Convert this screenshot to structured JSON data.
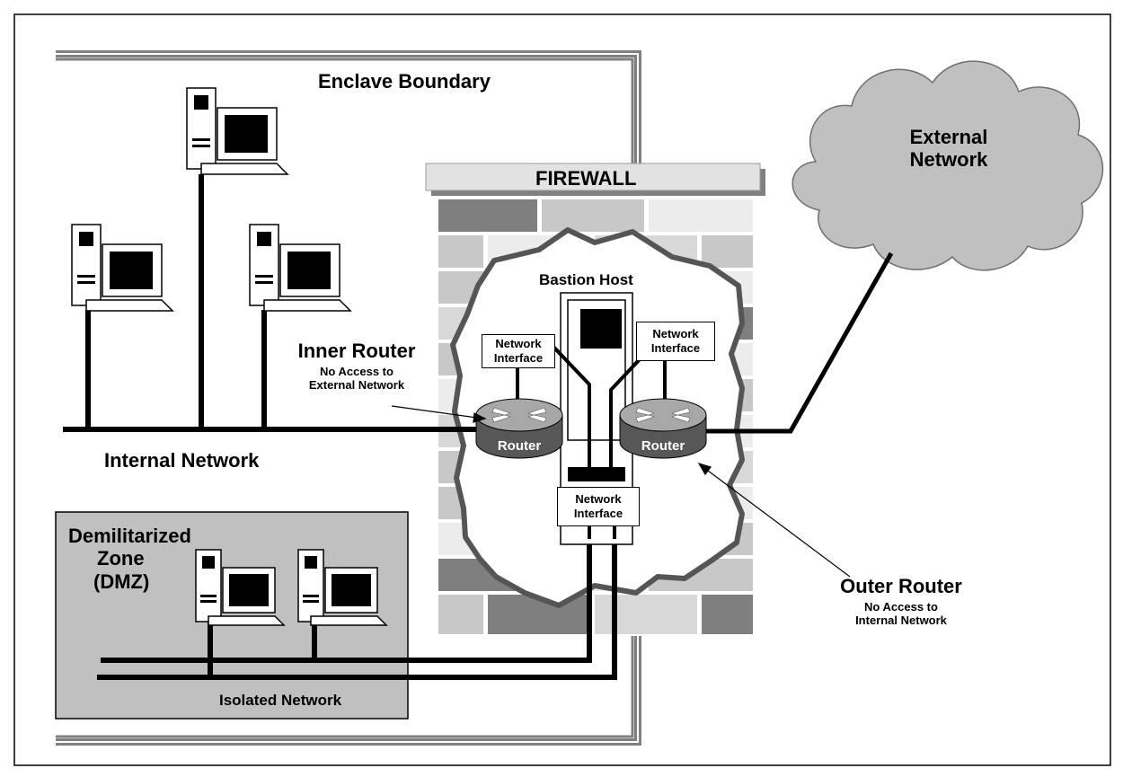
{
  "labels": {
    "enclave_boundary": "Enclave Boundary",
    "firewall": "FIREWALL",
    "external_network": [
      "External",
      "Network"
    ],
    "bastion_host": "Bastion Host",
    "network_interface": [
      "Network",
      "Interface"
    ],
    "router": "Router",
    "inner_router_title": "Inner Router",
    "inner_router_note": [
      "No Access to",
      "External Network"
    ],
    "outer_router_title": "Outer Router",
    "outer_router_note": [
      "No Access to",
      "Internal Network"
    ],
    "internal_network": "Internal Network",
    "dmz": [
      "Demilitarized",
      "Zone",
      "(DMZ)"
    ],
    "isolated_network": "Isolated Network"
  },
  "icons": {
    "workstation": "workstation-icon",
    "router": "router-icon",
    "cloud": "cloud-icon",
    "brick_wall": "brick-wall-icon"
  }
}
